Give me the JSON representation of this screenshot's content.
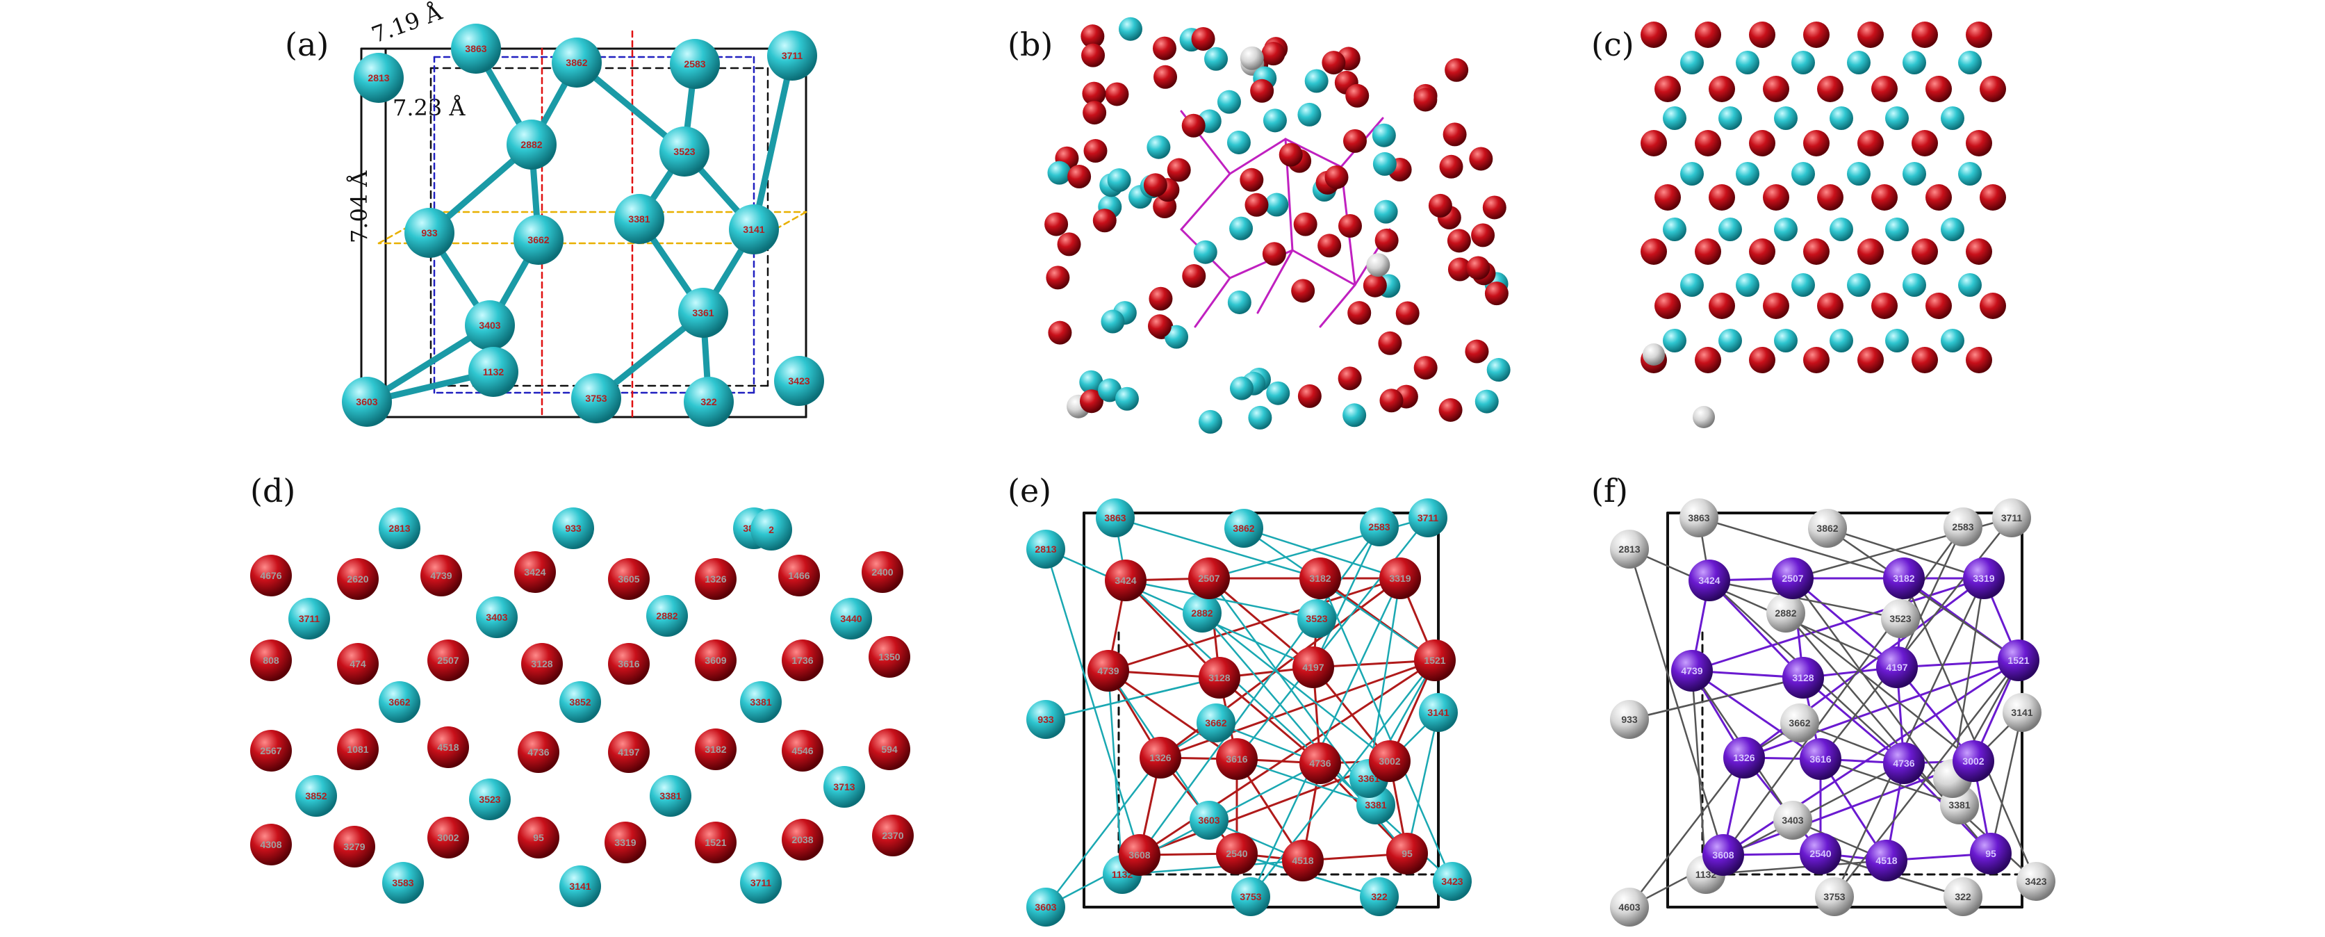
{
  "colors": {
    "cyan": "#2fc6d0",
    "red": "#c8101a",
    "white": "#e6e6e6",
    "purple": "#6a1ad0",
    "box": "#111111",
    "blue_dash": "#2020c0",
    "red_dash": "#e01010",
    "yellow_plane": "#e8b000",
    "magenta_bond": "#c020c0",
    "label_on_cyan": "#b02020",
    "label_on_red": "#a0a0a0",
    "label_on_white": "#444444"
  },
  "panels": {
    "a": {
      "label": "(a)",
      "dim_a": "7.19 Å",
      "dim_b": "7.23 Å",
      "dim_c": "7.04 Å",
      "atom_ids": [
        "3863",
        "2813",
        "3862",
        "2583",
        "3711",
        "2882",
        "3523",
        "933",
        "3662",
        "3381",
        "3141",
        "3403",
        "3361",
        "1132",
        "3603",
        "3753",
        "322",
        "3423"
      ]
    },
    "b": {
      "label": "(b)"
    },
    "c": {
      "label": "(c)"
    },
    "d": {
      "label": "(d)",
      "atom_ids": [
        "2813",
        "933",
        "3863",
        "2",
        "4676",
        "2620",
        "4739",
        "3424",
        "3605",
        "1326",
        "1466",
        "2400",
        "3711",
        "3403",
        "2882",
        "3440",
        "808",
        "474",
        "2507",
        "3128",
        "3616",
        "3609",
        "1736",
        "1350",
        "3662",
        "3852",
        "3381",
        "2567",
        "1081",
        "4518",
        "4736",
        "4197",
        "3182",
        "4546",
        "594",
        "3852",
        "3523",
        "3381",
        "3713",
        "4308",
        "3279",
        "3002",
        "95",
        "3319",
        "1521",
        "2038",
        "2370",
        "3583",
        "3141",
        "3711"
      ]
    },
    "e": {
      "label": "(e)",
      "cyan_ids": [
        "3863",
        "3862",
        "2583",
        "3711",
        "2813",
        "2882",
        "3523",
        "933",
        "3662",
        "3141",
        "3603",
        "3381",
        "1132",
        "3753",
        "3603",
        "322",
        "3423",
        "3361"
      ],
      "red_ids": [
        "3424",
        "2507",
        "3182",
        "3319",
        "4739",
        "3128",
        "4197",
        "1521",
        "1326",
        "3616",
        "4736",
        "3002",
        "3608",
        "2540",
        "4518",
        "95"
      ]
    },
    "f": {
      "label": "(f)",
      "white_ids": [
        "3863",
        "3862",
        "2583",
        "3711",
        "2813",
        "2882",
        "3523",
        "933",
        "3662",
        "3141",
        "3403",
        "3381",
        "1132",
        "3753",
        "4603",
        "322",
        "3423"
      ],
      "purple_ids": [
        "3424",
        "2507",
        "3182",
        "3319",
        "4739",
        "3128",
        "4197",
        "1521",
        "1326",
        "3616",
        "4736",
        "3002",
        "3608",
        "2540",
        "4518",
        "95"
      ]
    }
  }
}
